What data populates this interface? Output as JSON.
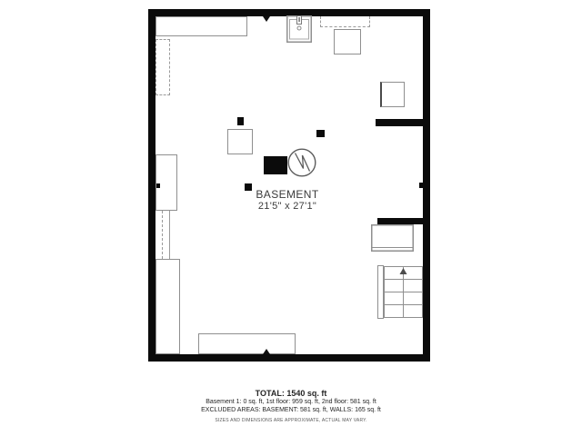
{
  "room": {
    "label": "BASEMENT",
    "dimensions": "21'5\" x 27'1\""
  },
  "summary": {
    "total": "TOTAL: 1540 sq. ft",
    "floors": "Basement 1: 0 sq. ft, 1st floor: 959 sq. ft, 2nd floor: 581 sq. ft",
    "excluded": "EXCLUDED AREAS: BASEMENT: 581 sq. ft, WALLS: 165 sq. ft",
    "disclaimer": "SIZES AND DIMENSIONS ARE APPROXIMATE, ACTUAL MAY VARY."
  },
  "colors": {
    "wall": "#0b0b0b",
    "fixture_outline": "#8f8f8f",
    "label_text": "#3b3b3b"
  }
}
